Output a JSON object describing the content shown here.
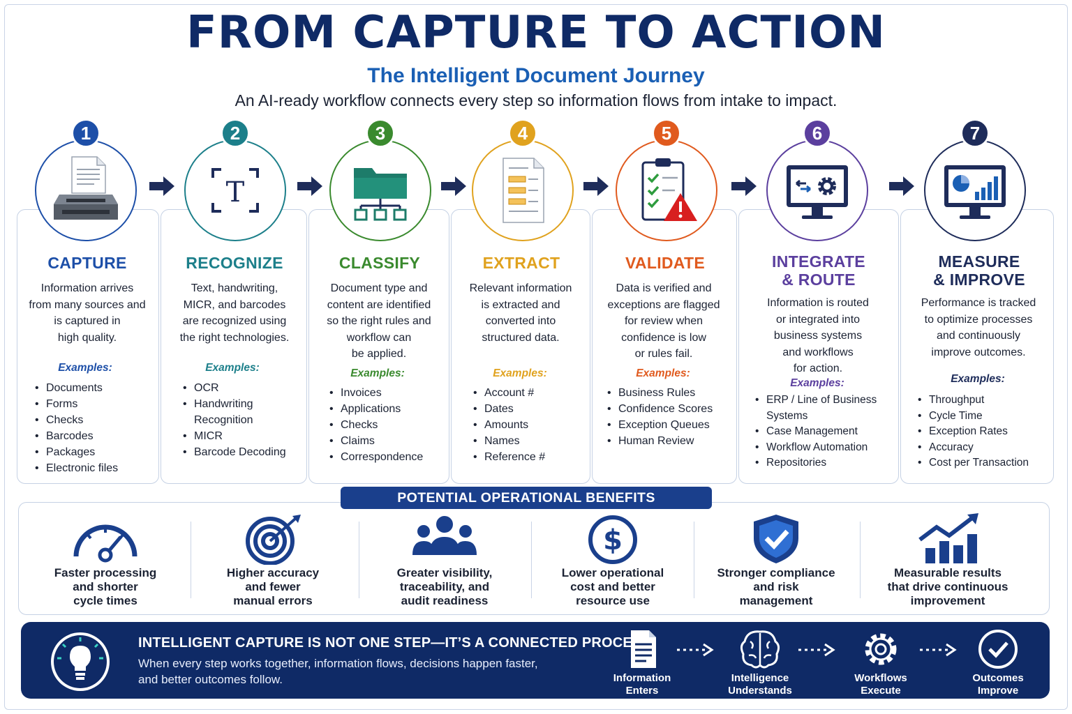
{
  "header": {
    "title": "FROM CAPTURE TO ACTION",
    "subtitle": "The Intelligent Document Journey",
    "tagline": "An AI-ready workflow connects every step so information flows from intake to impact."
  },
  "colors": {
    "navy": "#0f2a66",
    "blue": "#1a5fb4",
    "step_colors": [
      "#1d4fa8",
      "#1c7f8a",
      "#3a8a2e",
      "#e0a21e",
      "#e05a1e",
      "#5b3f9e",
      "#1e2c5a"
    ]
  },
  "steps": [
    {
      "number": "1",
      "title_line1": "CAPTURE",
      "title_line2": "",
      "icon": "scanner-icon",
      "description": [
        "Information arrives",
        "from many sources and",
        "is captured in",
        "high quality."
      ],
      "examples_label": "Examples:",
      "examples": [
        "Documents",
        "Forms",
        "Checks",
        "Barcodes",
        "Packages",
        "Electronic files"
      ]
    },
    {
      "number": "2",
      "title_line1": "RECOGNIZE",
      "title_line2": "",
      "icon": "text-recognition-icon",
      "description": [
        "Text, handwriting,",
        "MICR, and barcodes",
        "are recognized using",
        "the right technologies."
      ],
      "examples_label": "Examples:",
      "examples": [
        "OCR",
        "Handwriting",
        "Recognition",
        "MICR",
        "Barcode Decoding"
      ]
    },
    {
      "number": "3",
      "title_line1": "CLASSIFY",
      "title_line2": "",
      "icon": "folder-tree-icon",
      "description": [
        "Document type and",
        "content are identified",
        "so the right rules and",
        "workflow can",
        "be applied."
      ],
      "examples_label": "Examples:",
      "examples": [
        "Invoices",
        "Applications",
        "Checks",
        "Claims",
        "Correspondence"
      ]
    },
    {
      "number": "4",
      "title_line1": "EXTRACT",
      "title_line2": "",
      "icon": "document-fields-icon",
      "description": [
        "Relevant information",
        "is extracted and",
        "converted into",
        "structured data."
      ],
      "examples_label": "Examples:",
      "examples": [
        "Account #",
        "Dates",
        "Amounts",
        "Names",
        "Reference #"
      ]
    },
    {
      "number": "5",
      "title_line1": "VALIDATE",
      "title_line2": "",
      "icon": "checklist-warning-icon",
      "description": [
        "Data is verified and",
        "exceptions are flagged",
        "for review when",
        "confidence is low",
        "or rules fail."
      ],
      "examples_label": "Examples:",
      "examples": [
        "Business Rules",
        "Confidence Scores",
        "Exception Queues",
        "Human Review"
      ]
    },
    {
      "number": "6",
      "title_line1": "INTEGRATE",
      "title_line2": "& ROUTE",
      "icon": "monitor-gear-icon",
      "description": [
        "Information is routed",
        "or integrated into",
        "business systems",
        "and workflows",
        "for action."
      ],
      "examples_label": "Examples:",
      "examples": [
        "ERP / Line of Business",
        "Systems",
        "Case Management",
        "Workflow Automation",
        "Repositories"
      ]
    },
    {
      "number": "7",
      "title_line1": "MEASURE",
      "title_line2": "& IMPROVE",
      "icon": "monitor-chart-icon",
      "description": [
        "Performance is tracked",
        "to optimize processes",
        "and continuously",
        "improve outcomes."
      ],
      "examples_label": "Examples:",
      "examples": [
        "Throughput",
        "Cycle Time",
        "Exception Rates",
        "Accuracy",
        "Cost per Transaction"
      ]
    }
  ],
  "benefits": {
    "heading": "POTENTIAL OPERATIONAL BENEFITS",
    "items": [
      {
        "icon": "speedometer-icon",
        "lines": [
          "Faster processing",
          "and shorter",
          "cycle times"
        ]
      },
      {
        "icon": "target-icon",
        "lines": [
          "Higher accuracy",
          "and fewer",
          "manual errors"
        ]
      },
      {
        "icon": "people-icon",
        "lines": [
          "Greater visibility,",
          "traceability, and",
          "audit readiness"
        ]
      },
      {
        "icon": "dollar-icon",
        "lines": [
          "Lower operational",
          "cost and better",
          "resource use"
        ]
      },
      {
        "icon": "shield-check-icon",
        "lines": [
          "Stronger compliance",
          "and risk",
          "management"
        ]
      },
      {
        "icon": "growth-chart-icon",
        "lines": [
          "Measurable results",
          "that drive continuous",
          "improvement"
        ]
      }
    ]
  },
  "footer": {
    "headline": "INTELLIGENT CAPTURE IS NOT ONE STEP—IT’S A CONNECTED PROCESS.",
    "text_line1": "When every step works together, information flows, decisions happen faster,",
    "text_line2": "and better outcomes follow.",
    "flow": [
      {
        "icon": "document-icon",
        "line1": "Information",
        "line2": "Enters"
      },
      {
        "icon": "brain-icon",
        "line1": "Intelligence",
        "line2": "Understands"
      },
      {
        "icon": "gear-icon",
        "line1": "Workflows",
        "line2": "Execute"
      },
      {
        "icon": "check-circle-icon",
        "line1": "Outcomes",
        "line2": "Improve"
      }
    ]
  }
}
